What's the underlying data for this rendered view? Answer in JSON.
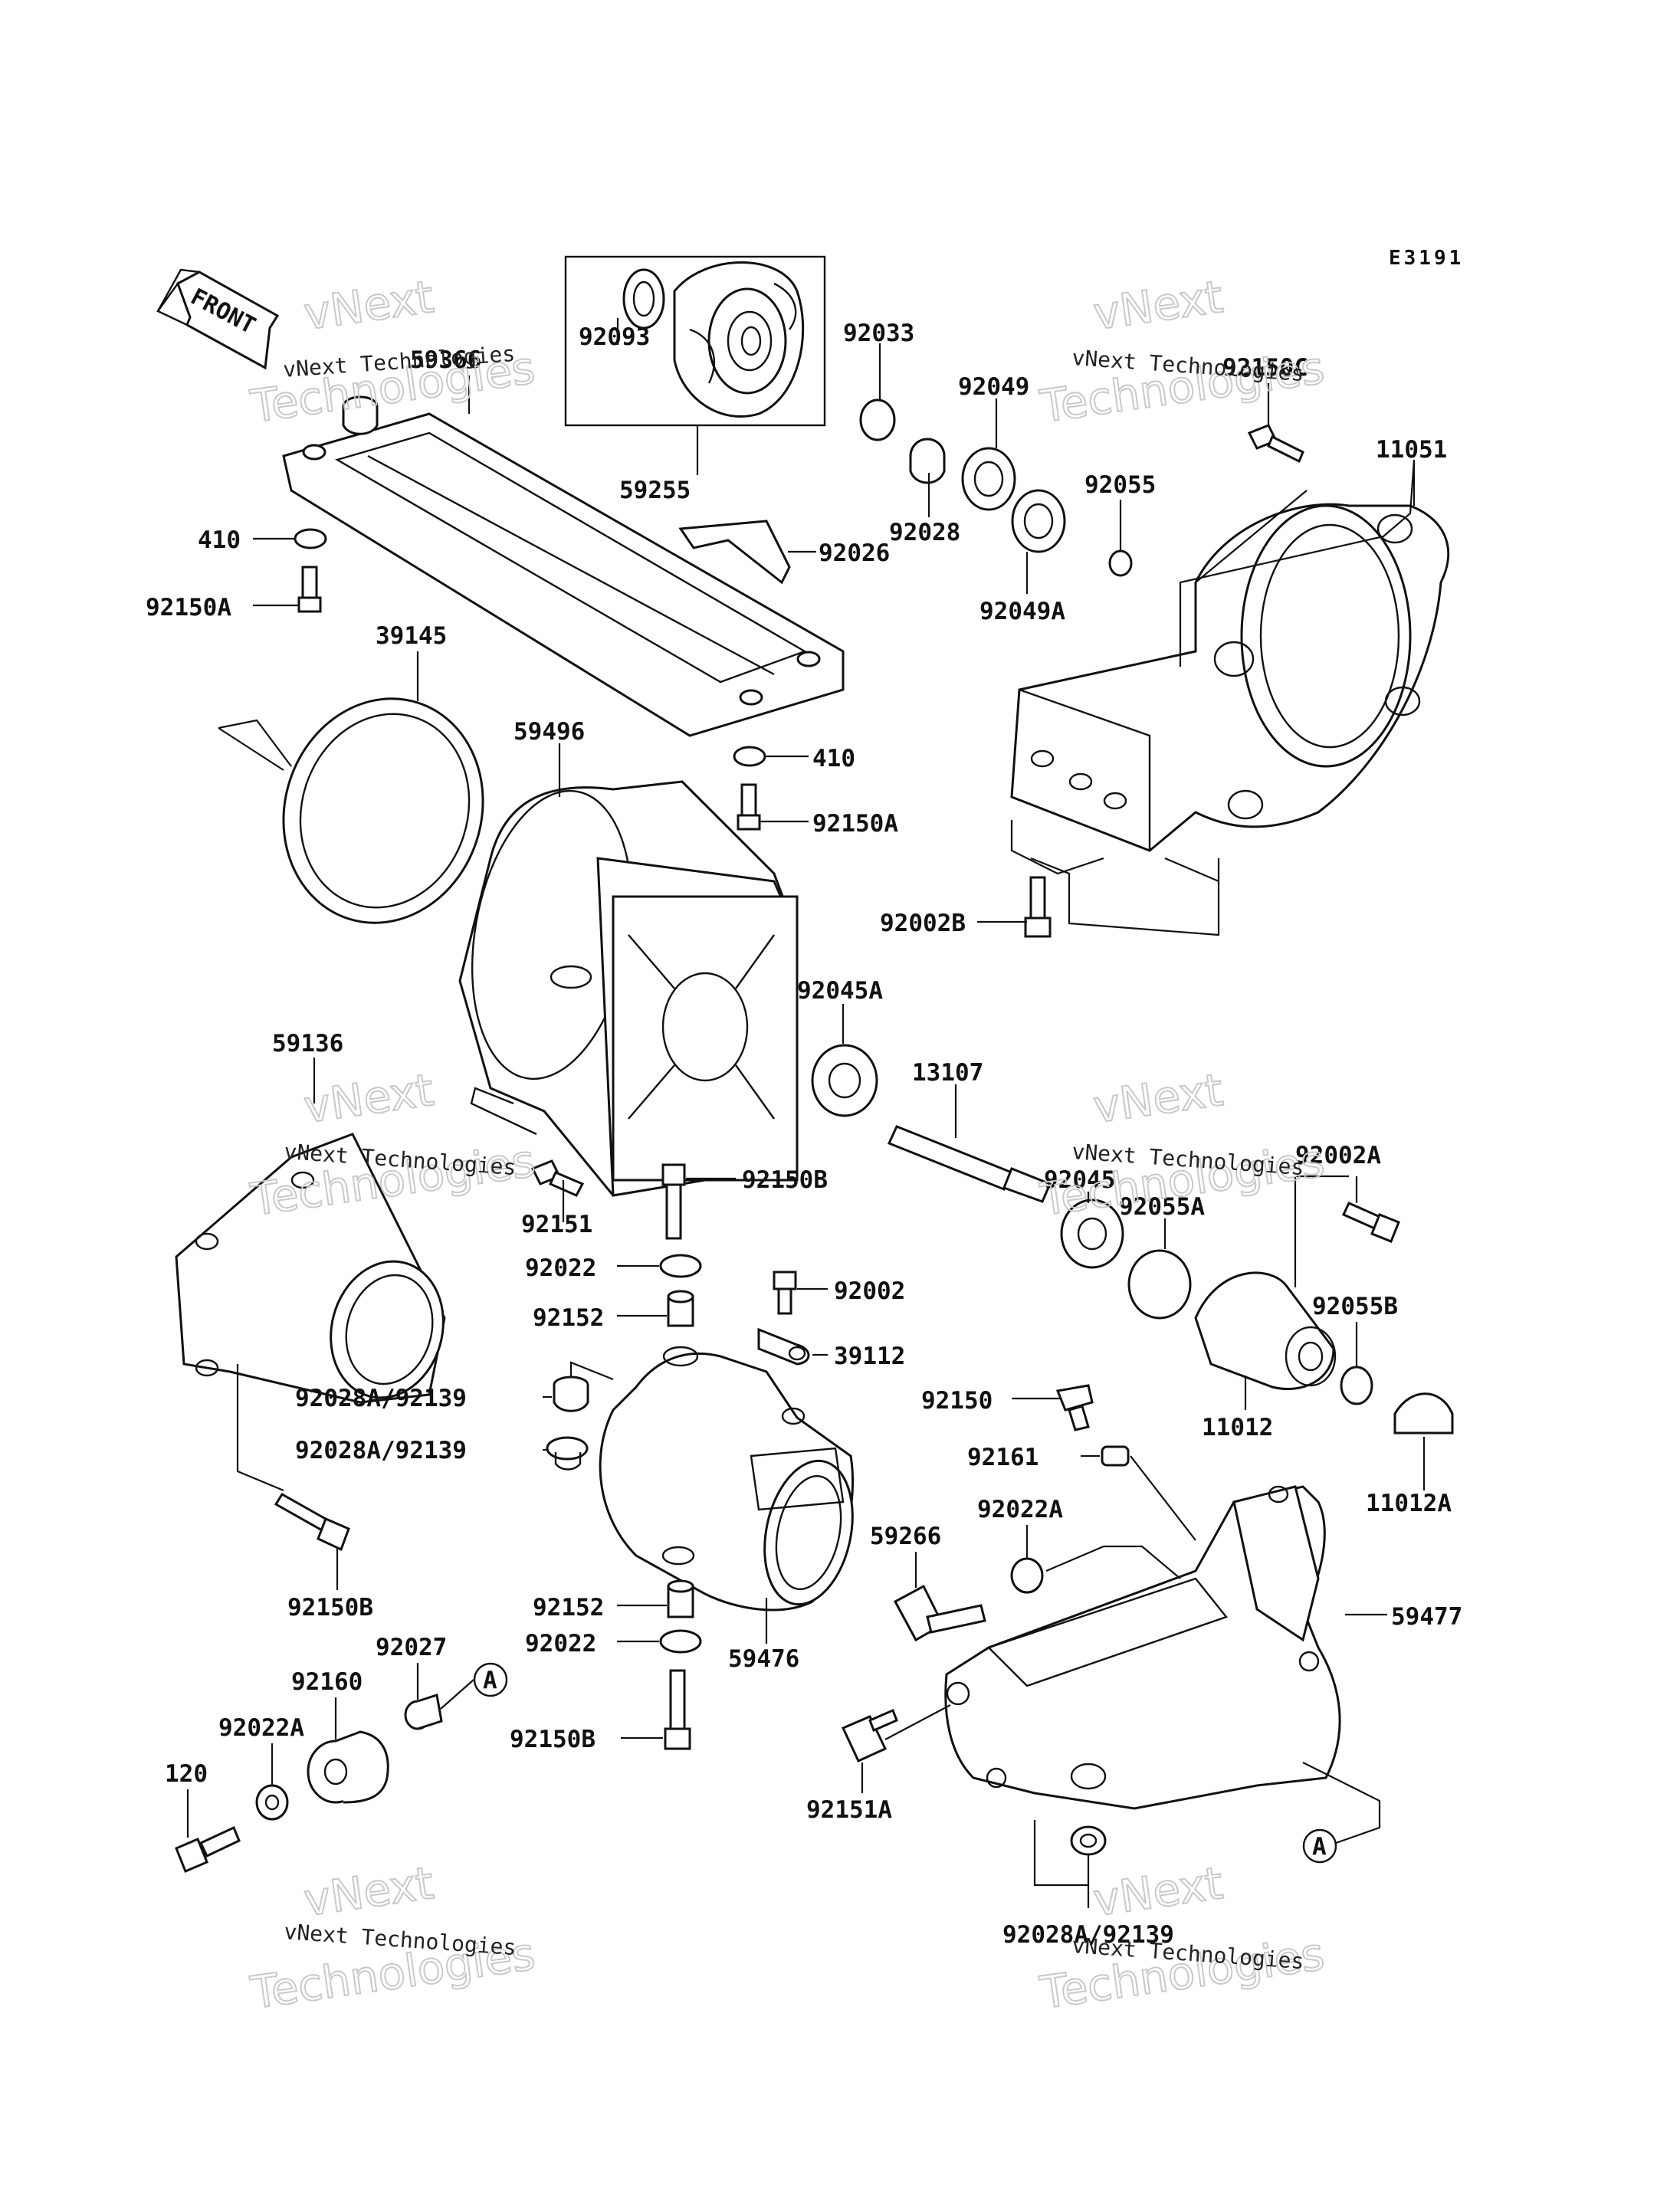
{
  "diagram_code": "E3191",
  "front_label": "FRONT",
  "callout_letter": "A",
  "watermark": {
    "brand_lines": [
      "vNext",
      "Technologies"
    ],
    "caption": "vNext Technologies"
  },
  "parts": {
    "p59366": "59366",
    "p59255": "59255",
    "p92093": "92093",
    "p92033": "92033",
    "p92049": "92049",
    "p92028": "92028",
    "p92049A": "92049A",
    "p92055": "92055",
    "p92150C": "92150C",
    "p11051": "11051",
    "p410a": "410",
    "p92150Aa": "92150A",
    "p92026": "92026",
    "p39145": "39145",
    "p59496": "59496",
    "p410b": "410",
    "p92150Ab": "92150A",
    "p92002B": "92002B",
    "p92045A": "92045A",
    "p59136": "59136",
    "p13107": "13107",
    "p92151": "92151",
    "p92150Ba": "92150B",
    "p92045": "92045",
    "p92002A": "92002A",
    "p92055A": "92055A",
    "p92022a": "92022",
    "p92002": "92002",
    "p92152a": "92152",
    "p39112": "39112",
    "p92055B": "92055B",
    "p92028A_92139a": "92028A/92139",
    "p92150": "92150",
    "p11012": "11012",
    "p92028A_92139b": "92028A/92139",
    "p92161": "92161",
    "p11012A": "11012A",
    "p92022A": "92022A",
    "p59266": "59266",
    "p59477": "59477",
    "p92150Bb": "92150B",
    "p92152b": "92152",
    "p92022b": "92022",
    "p59476": "59476",
    "p92027": "92027",
    "p92160": "92160",
    "p92022Ab": "92022A",
    "p120": "120",
    "p92150Bc": "92150B",
    "p92151A": "92151A",
    "p92028A_92139c": "92028A/92139"
  }
}
